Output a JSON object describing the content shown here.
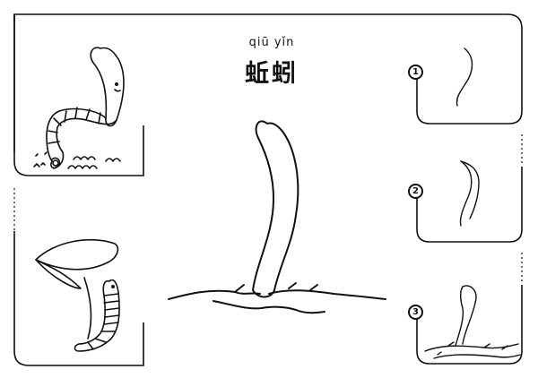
{
  "title": {
    "pinyin": "qiū yǐn",
    "hanzi": "蚯蚓"
  },
  "steps": [
    {
      "number": "1"
    },
    {
      "number": "2"
    },
    {
      "number": "3"
    }
  ],
  "icons": [
    "earthworm-example-icon",
    "earthworm-with-leaf-icon",
    "earthworm-main-drawing-icon",
    "worm-stroke-step-icon"
  ]
}
